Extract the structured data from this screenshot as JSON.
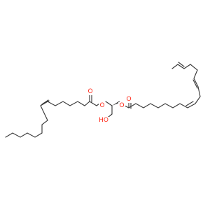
{
  "molecule": {
    "atoms": {
      "oxygen_ester_left_carbonyl": "O",
      "oxygen_ester_left_link": "O",
      "oxygen_ester_right_link": "O",
      "oxygen_ester_right_carbonyl": "O",
      "hydroxyl": "HO"
    }
  }
}
